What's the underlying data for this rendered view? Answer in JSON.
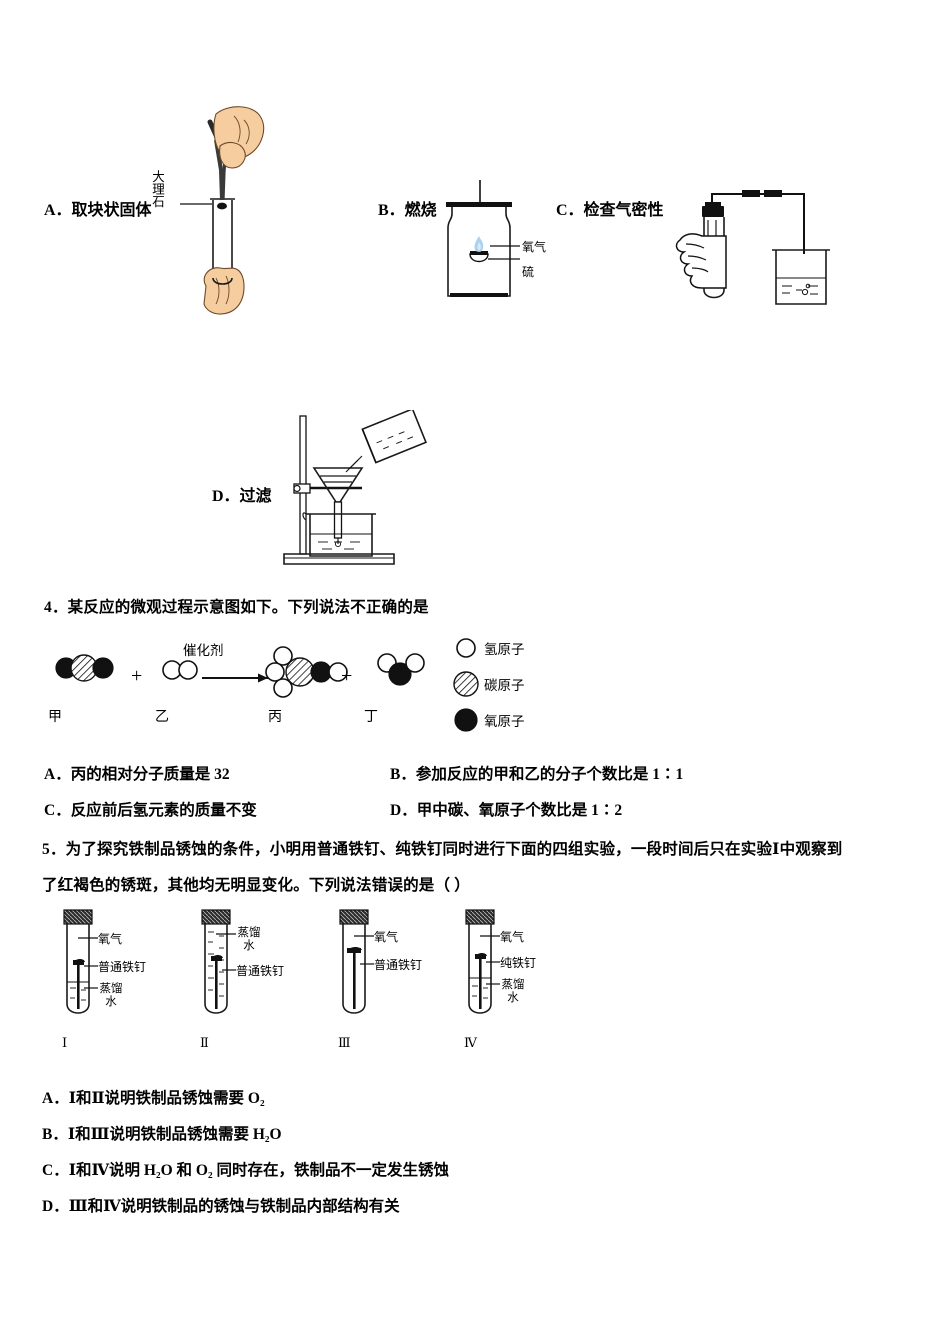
{
  "document": {
    "type": "chemistry-exam-page",
    "language": "zh-CN"
  },
  "question3_options": {
    "a": {
      "label": "A．取块状固体",
      "figure_labels": {
        "marble": "大理石"
      }
    },
    "b": {
      "label": "B．燃烧",
      "figure_labels": {
        "oxygen": "氧气",
        "sulfur": "硫"
      }
    },
    "c": {
      "label": "C．检查气密性",
      "figure_labels": {}
    },
    "d": {
      "label": "D．过滤",
      "figure_labels": {}
    }
  },
  "question4": {
    "number": "4．",
    "stem": "某反应的微观过程示意图如下。下列说法不正确的是",
    "diagram": {
      "catalyst_label": "催化剂",
      "plus1": "+",
      "plus2": "+",
      "species": [
        {
          "name": "甲",
          "formula": "CO2",
          "composition": "O=C=O"
        },
        {
          "name": "乙",
          "formula": "H2",
          "composition": "H-H"
        },
        {
          "name": "丙",
          "formula": "CH3OH",
          "composition": "CH3-OH"
        },
        {
          "name": "丁",
          "formula": "H2O",
          "composition": "H-O-H"
        }
      ],
      "legend": [
        {
          "symbol": "hydrogen-atom-icon",
          "label": "氢原子",
          "style": "open"
        },
        {
          "symbol": "carbon-atom-icon",
          "label": "碳原子",
          "style": "hatched"
        },
        {
          "symbol": "oxygen-atom-icon",
          "label": "氧原子",
          "style": "filled"
        }
      ]
    },
    "options": [
      {
        "key": "A",
        "text": "A．丙的相对分子质量是 32"
      },
      {
        "key": "B",
        "text": "B．参加反应的甲和乙的分子个数比是 1∶1"
      },
      {
        "key": "C",
        "text": "C．反应前后氢元素的质量不变"
      },
      {
        "key": "D",
        "text": "D．甲中碳、氧原子个数比是 1∶2"
      }
    ]
  },
  "question5": {
    "number": "5．",
    "stem_line1": "为了探究铁制品锈蚀的条件，小明用普通铁钉、纯铁钉同时进行下面的四组实验，一段时间后只在实验Ⅰ中观察到",
    "stem_line2": "了红褐色的锈斑，其他均无明显变化。下列说法错误的是（      ）",
    "tubes": [
      {
        "numeral": "Ⅰ",
        "labels": [
          "氧气",
          "普通铁钉",
          "蒸馏水"
        ],
        "contents": {
          "gas": "氧气",
          "nail": "普通铁钉",
          "liquid": "蒸馏水",
          "water_level": "low"
        }
      },
      {
        "numeral": "Ⅱ",
        "labels": [
          "蒸馏水",
          "普通铁钉"
        ],
        "contents": {
          "gas": "",
          "nail": "普通铁钉",
          "liquid": "蒸馏水",
          "water_level": "full"
        }
      },
      {
        "numeral": "Ⅲ",
        "labels": [
          "氧气",
          "普通铁钉"
        ],
        "contents": {
          "gas": "氧气",
          "nail": "普通铁钉",
          "liquid": "",
          "water_level": "none"
        }
      },
      {
        "numeral": "Ⅳ",
        "labels": [
          "氧气",
          "纯铁钉",
          "蒸馏水"
        ],
        "contents": {
          "gas": "氧气",
          "nail": "纯铁钉",
          "liquid": "蒸馏水",
          "water_level": "low"
        }
      }
    ],
    "options": [
      {
        "key": "A",
        "prefix": "A．Ⅰ和Ⅱ说明铁制品锈蚀需要 O",
        "sub": "2",
        "suffix": ""
      },
      {
        "key": "B",
        "prefix": "B．Ⅰ和Ⅲ说明铁制品锈蚀需要 H",
        "sub": "2",
        "suffix": "O"
      },
      {
        "key": "C",
        "prefix": "C．Ⅰ和Ⅳ说明 H",
        "sub": "2",
        "suffix": "O 和 O₂ 同时存在，铁制品不一定发生锈蚀"
      },
      {
        "key": "D",
        "prefix": "D．Ⅲ和Ⅳ说明铁制品的锈蚀与铁制品内部结构有关",
        "sub": "",
        "suffix": ""
      }
    ],
    "options_plain": [
      "A．Ⅰ和Ⅱ说明铁制品锈蚀需要 O₂",
      "B．Ⅰ和Ⅲ说明铁制品锈蚀需要 H₂O",
      "C．Ⅰ和Ⅳ说明 H₂O 和 O₂ 同时存在，铁制品不一定发生锈蚀",
      "D．Ⅲ和Ⅳ说明铁制品的锈蚀与铁制品内部结构有关"
    ]
  },
  "colors": {
    "ink": "#111111",
    "skin": "#f6cd9f",
    "skin_outline": "#6b4a2a",
    "flame": "#9cc8ec",
    "paper": "#ffffff"
  }
}
